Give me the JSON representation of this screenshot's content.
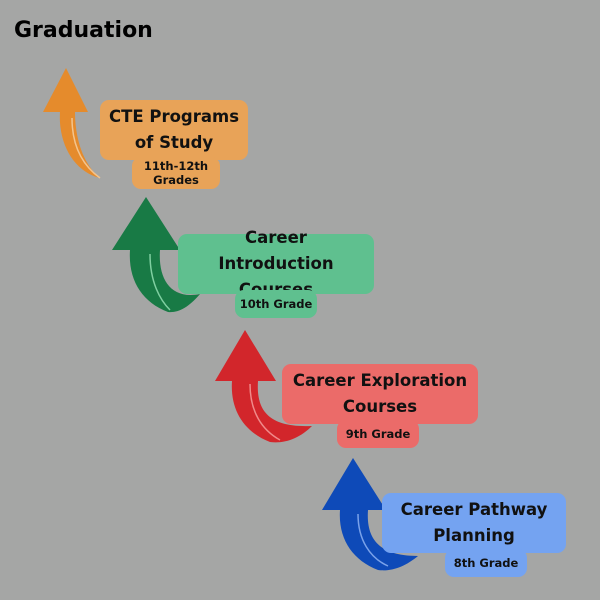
{
  "title": "Graduation",
  "steps": [
    {
      "title_lines": [
        "CTE Programs",
        "of Study"
      ],
      "grade_lines": [
        "11th-12th",
        "Grades"
      ],
      "color": "#e8a358",
      "arrow_color": "#e58b2c",
      "arrow_icon": "curved-up-arrow-icon"
    },
    {
      "title_lines": [
        "Career Introduction",
        "Courses"
      ],
      "grade_lines": [
        "10th Grade"
      ],
      "color": "#5fc08f",
      "arrow_color": "#187a45",
      "arrow_icon": "curved-up-arrow-icon"
    },
    {
      "title_lines": [
        "Career Exploration",
        "Courses"
      ],
      "grade_lines": [
        "9th Grade"
      ],
      "color": "#eb6b69",
      "arrow_color": "#d2262b",
      "arrow_icon": "curved-up-arrow-icon"
    },
    {
      "title_lines": [
        "Career Pathway",
        "Planning"
      ],
      "grade_lines": [
        "8th Grade"
      ],
      "color": "#74a3f1",
      "arrow_color": "#0e4ab8",
      "arrow_icon": "curved-up-arrow-icon"
    }
  ]
}
